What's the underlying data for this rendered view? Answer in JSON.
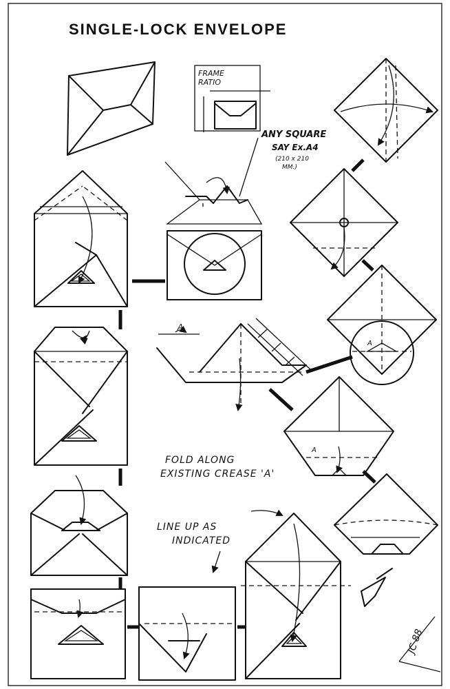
{
  "title": "SINGLE-LOCK  ENVELOPE",
  "frame_label": "FRAME\nRATIO",
  "square_label_1": "ANY SQUARE",
  "square_label_2": "SAY Ex.A4",
  "square_label_3": "(210 x 210",
  "square_label_4": "MM.)",
  "crease_letter": "A",
  "fold_note_1": "FOLD ALONG",
  "fold_note_2": "EXISTING CREASE 'A'",
  "lineup_note_1": "LINE UP AS",
  "lineup_note_2": "INDICATED",
  "signature": "JC 88",
  "colors": {
    "ink": "#111111",
    "paper": "#ffffff",
    "shading": "#9a9a9a"
  }
}
